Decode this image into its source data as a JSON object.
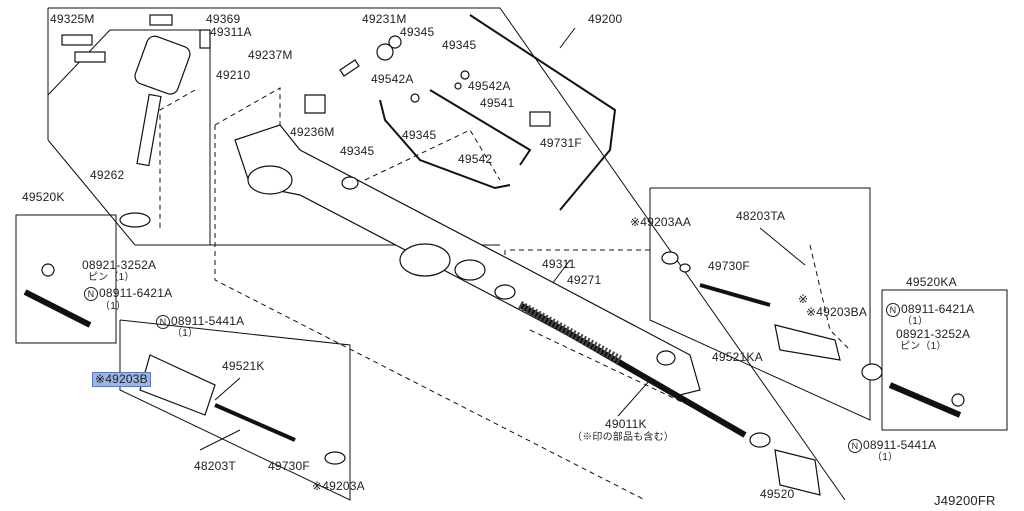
{
  "diagram_code": "J49200FR",
  "highlight_color": "#9db4e6",
  "labels": {
    "p49325M": "49325M",
    "p49369": "49369",
    "p49311A": "49311A",
    "p49210": "49210",
    "p49262": "49262",
    "p49520K": "49520K",
    "p08921_3252A_l": "08921-3252A",
    "pin_l": "ピン（1）",
    "p08911_6421A_l": "08911-6421A",
    "qty1_a": "（1）",
    "p08911_5441A_l": "08911-5441A",
    "qty1_b": "（1）",
    "p49203B": "※49203B",
    "p49521K": "49521K",
    "p48203T": "48203T",
    "p49730F_l": "49730F",
    "p49203A": "※49203A",
    "p49231M": "49231M",
    "p49345_a": "49345",
    "p49345_b": "49345",
    "p49237M": "49237M",
    "p49542A_a": "49542A",
    "p49542A_b": "49542A",
    "p49541": "49541",
    "p49236M": "49236M",
    "p49345_c": "49345",
    "p49345_d": "49345",
    "p49731F": "49731F",
    "p49542": "49542",
    "p49200": "49200",
    "p49311": "49311",
    "p49271": "49271",
    "p49011K": "49011K",
    "note_49011K": "（※印の部品も含む）",
    "p49520": "49520",
    "p49203AA": "※49203AA",
    "p48203TA": "48203TA",
    "p49730F_r": "49730F",
    "star_mark": "※",
    "p49203BA": "※49203BA",
    "p49521KA": "49521KA",
    "p49520KA": "49520KA",
    "p08911_6421A_r": "08911-6421A",
    "qty1_c": "（1）",
    "p08921_3252A_r": "08921-3252A",
    "pin_r": "ピン（1）",
    "p08911_5441A_r": "08911-5441A",
    "qty1_d": "（1）",
    "circle_n": "N"
  }
}
